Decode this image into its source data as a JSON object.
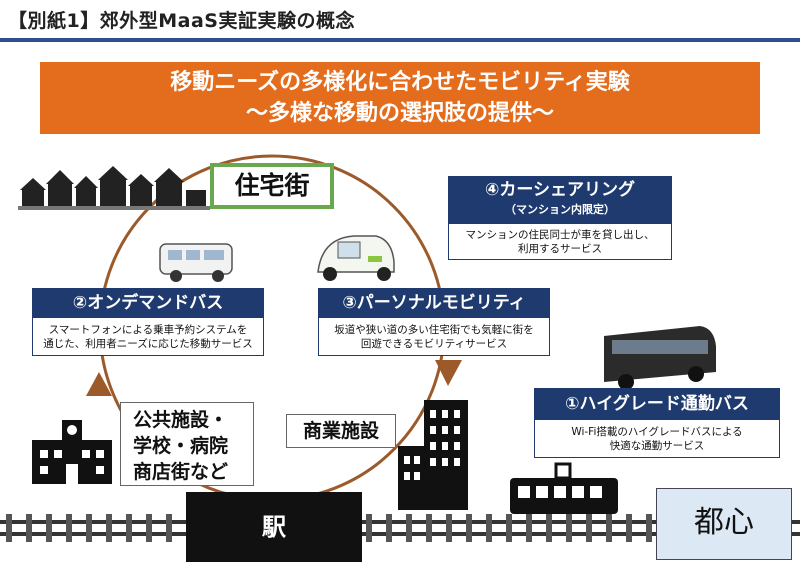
{
  "header": {
    "title": "【別紙1】郊外型MaaS実証実験の概念"
  },
  "banner": {
    "line1": "移動ニーズの多様化に合わせたモビリティ実験",
    "line2": "～多様な移動の選択肢の提供～"
  },
  "hubs": {
    "residential": "住宅街",
    "commercial": "商業施設",
    "public_line1": "公共施設・",
    "public_line2": "学校・病院",
    "public_line3": "商店街など",
    "station": "駅",
    "city_center": "都心"
  },
  "services": {
    "carshare": {
      "title": "④カーシェアリング",
      "subtitle": "（マンション内限定）",
      "desc_line1": "マンションの住民同士が車を貸し出し、",
      "desc_line2": "利用するサービス"
    },
    "ondemand": {
      "title": "②オンデマンドバス",
      "desc_line1": "スマートフォンによる乗車予約システムを",
      "desc_line2": "通じた、利用者ニーズに応じた移動サービス"
    },
    "personal": {
      "title": "③パーソナルモビリティ",
      "desc_line1": "坂道や狭い道の多い住宅街でも気軽に街を",
      "desc_line2": "回遊できるモビリティサービス"
    },
    "highgrade": {
      "title": "①ハイグレード通勤バス",
      "desc_line1": "Wi-Fi搭載のハイグレードバスによる",
      "desc_line2": "快適な通勤サービス"
    }
  },
  "colors": {
    "accent_orange": "#e46c1d",
    "navy": "#1f3a6e",
    "cycle_brown": "#9c5a2a",
    "hub_green": "#6aa84f",
    "city_blue": "#dce9f5"
  }
}
